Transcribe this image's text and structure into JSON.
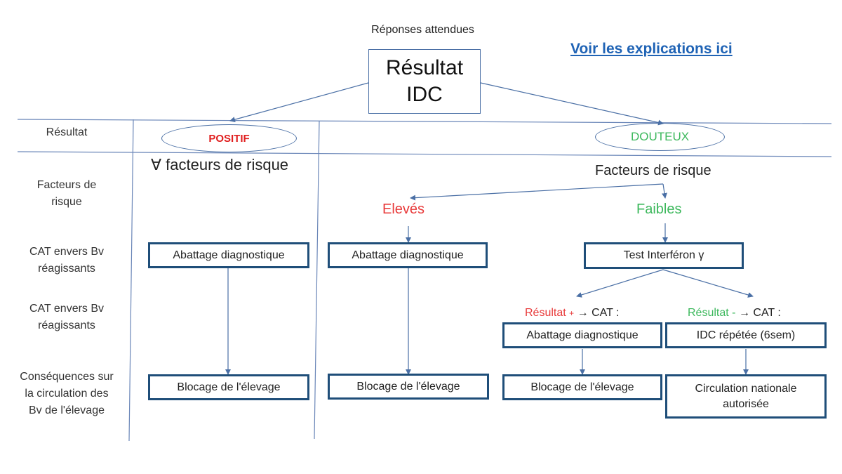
{
  "header": {
    "subtitle": "Réponses attendues",
    "link": "Voir les explications ici",
    "root_line1": "Résultat",
    "root_line2": "IDC"
  },
  "row_labels": {
    "resultat": "Résultat",
    "facteurs": "Facteurs de\nrisque",
    "cat1": "CAT envers Bv\nréagissants",
    "cat2": "CAT envers Bv\nréagissants",
    "consequences": "Conséquences sur\nla circulation des\nBv de l'élevage"
  },
  "positif": {
    "label": "POSITIF",
    "facteurs": "∀ facteurs de risque",
    "action": "Abattage diagnostique",
    "consequence": "Blocage de l'élevage"
  },
  "douteux": {
    "label": "DOUTEUX",
    "facteurs": "Facteurs de risque",
    "eleves": {
      "label": "Elevés",
      "action": "Abattage diagnostique",
      "consequence": "Blocage de l'élevage"
    },
    "faibles": {
      "label": "Faibles",
      "test": "Test Interféron γ",
      "plus": {
        "prefix": "Résultat",
        "sign": "+",
        "suffix": "→ CAT :",
        "action": "Abattage diagnostique",
        "consequence": "Blocage de l'élevage"
      },
      "minus": {
        "prefix": "Résultat",
        "sign": "-",
        "suffix": "→ CAT :",
        "action": "IDC répétée (6sem)",
        "consequence": "Circulation nationale\nautorisée"
      }
    }
  },
  "colors": {
    "positif": "#e02020",
    "douteux": "#3cb85c",
    "eleves": "#e83a3a",
    "faibles": "#3cb85c",
    "link": "#1f63b5",
    "box_border": "#1f4e79",
    "line": "#4a6fa5"
  }
}
